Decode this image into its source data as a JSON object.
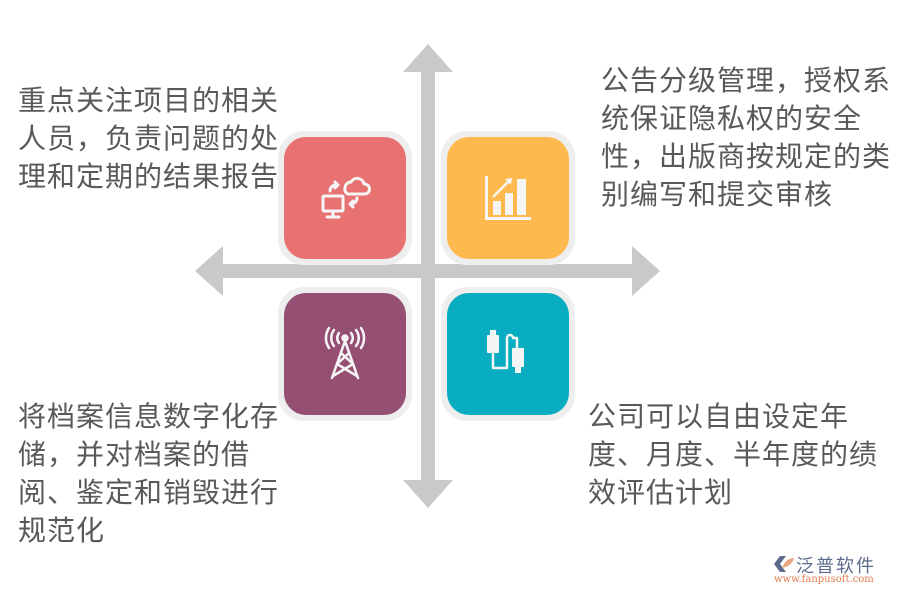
{
  "diagram": {
    "type": "four-quadrant",
    "quadrants": [
      {
        "position": "top-left",
        "icon": "cloud-sync-monitor-icon",
        "color": "#e87272",
        "text": "重点关注项目的相关人员，负责问题的处理和定期的结果报告"
      },
      {
        "position": "top-right",
        "icon": "bar-chart-growth-icon",
        "color": "#fdb94d",
        "text": "公告分级管理，授权系统保证隐私权的安全性，出版商按规定的类别编写和提交审核"
      },
      {
        "position": "bottom-left",
        "icon": "signal-tower-icon",
        "color": "#954f72",
        "text": "将档案信息数字化存储，并对档案的借阅、鉴定和销毁进行规范化"
      },
      {
        "position": "bottom-right",
        "icon": "usb-cable-icon",
        "color": "#09adc1",
        "text": "公司可以自由设定年度、月度、半年度的绩效评估计划"
      }
    ],
    "axis_color": "#c9c9c9",
    "tile_border_color": "#eeeeee",
    "text_color": "#595959"
  },
  "logo": {
    "name": "泛普软件",
    "url": "www.fanpusoft.com"
  }
}
